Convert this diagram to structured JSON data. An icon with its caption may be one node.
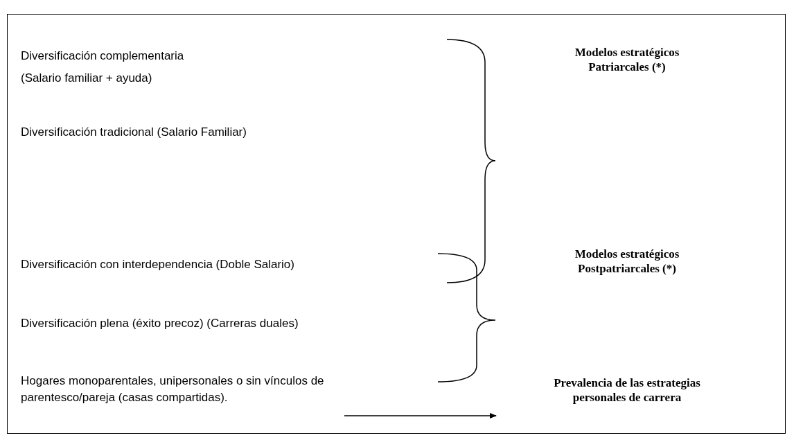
{
  "diagram": {
    "nodes": [
      {
        "text": [
          "Hogares monoparentales, unipersonales o sin vínculos de parentesco/pareja (casas compartidas)."
        ]
      },
      {
        "text": [
          "Prevalencia de las estrategias personales de carrera"
        ]
      }
    ],
    "edges": [
      {
        "from": 0,
        "to": 1,
        "arrow": "to"
      }
    ],
    "labels": [
      "Diversificación complementaria",
      "Modelos estratégicos Patriarcales (*)",
      "(Salario familiar + ayuda)",
      "Diversificación tradicional (Salario Familiar)",
      "Diversificación con interdependencia (Doble Salario)",
      "Modelos estratégicos Postpatriarcales (*)",
      "Diversificación plena (éxito precoz) (Carreras duales)"
    ]
  }
}
